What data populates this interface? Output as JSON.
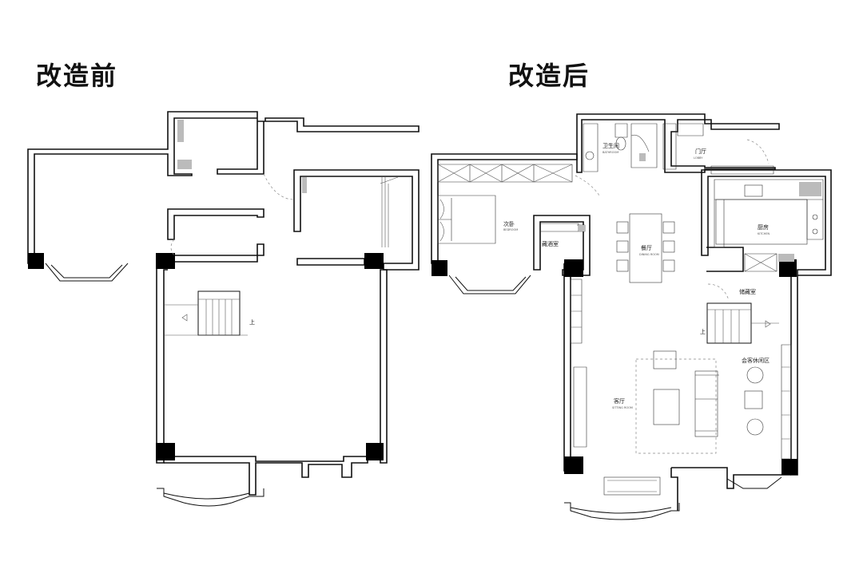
{
  "titles": {
    "before": "改造前",
    "after": "改造后"
  },
  "before": {
    "stair_up": "上"
  },
  "after": {
    "rooms": {
      "bathroom": "卫生间",
      "bathroom_en": "BATHROOM",
      "lobby": "门厅",
      "lobby_en": "LOBBY",
      "bedroom": "次卧",
      "bedroom_en": "BEDROOM",
      "dining": "餐厅",
      "dining_en": "DINING ROOM",
      "kitchen": "厨房",
      "kitchen_en": "KITCHEN",
      "wine": "藏酒室",
      "storage": "储藏室",
      "lounge": "会客休闲区",
      "living": "客厅",
      "living_en": "SITTING ROOM"
    },
    "stair_up": "上"
  }
}
